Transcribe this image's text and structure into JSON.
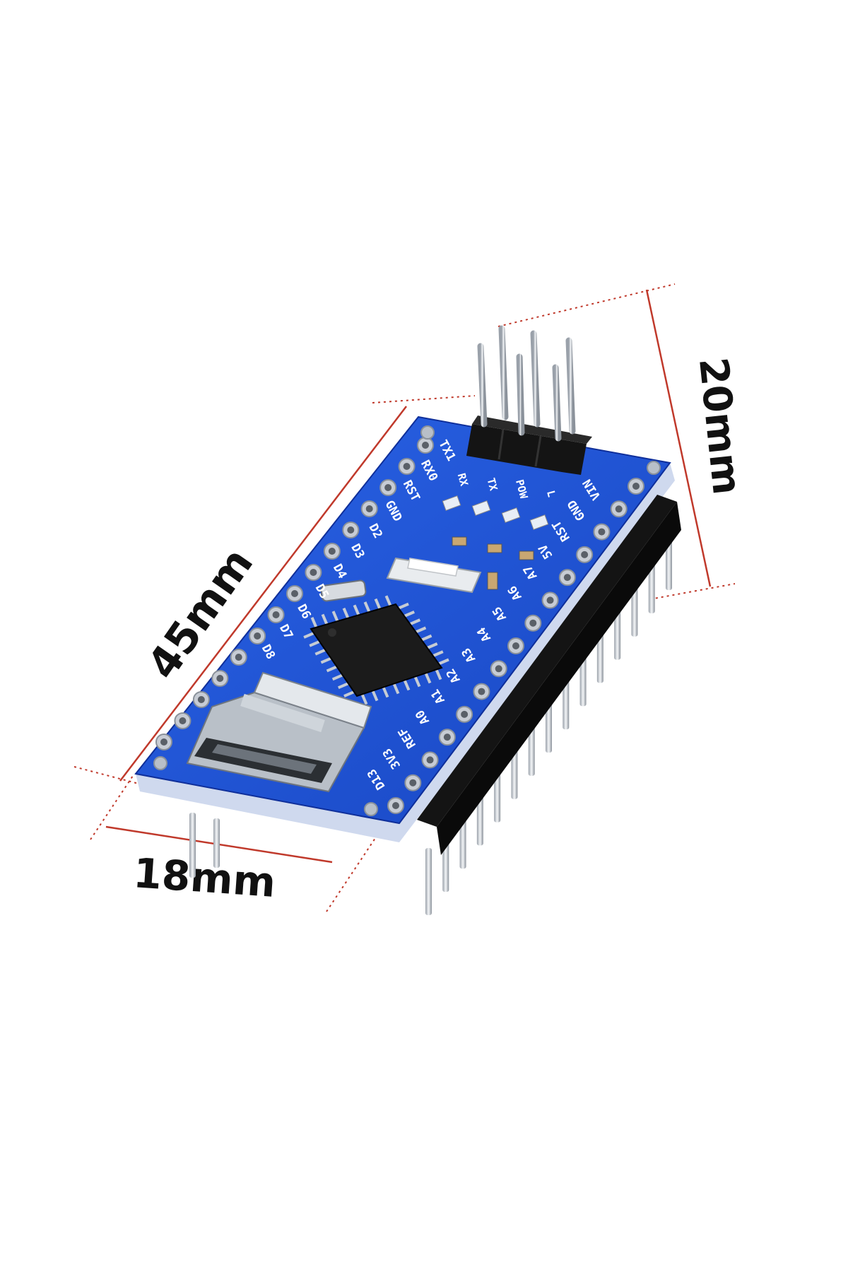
{
  "dimensions": {
    "length": "45mm",
    "width": "18mm",
    "height": "20mm"
  },
  "colors": {
    "pcb": "#1f55d6",
    "pcb_dark": "#0f2f9a",
    "pad": "#c7ccd4",
    "header_plastic": "#141414",
    "pin_metal": "#d9dde3",
    "dimension_line": "#c0392b",
    "label": "#111111"
  },
  "silkscreen": {
    "left_row": [
      "TX1",
      "RX0",
      "RST",
      "GND",
      "D2",
      "D3",
      "D4",
      "D5",
      "D6",
      "D7",
      "D8"
    ],
    "right_row": [
      "VIN",
      "GND",
      "RST",
      "5V",
      "A7",
      "A6",
      "A5",
      "A4",
      "A3",
      "A2",
      "A1",
      "A0",
      "REF",
      "3V3",
      "D13"
    ],
    "leds": [
      "RX",
      "TX",
      "POW",
      "L"
    ]
  },
  "icons": [
    "arduino-nano-board",
    "mini-usb-connector",
    "microcontroller-chip",
    "reset-button",
    "icsp-header"
  ]
}
